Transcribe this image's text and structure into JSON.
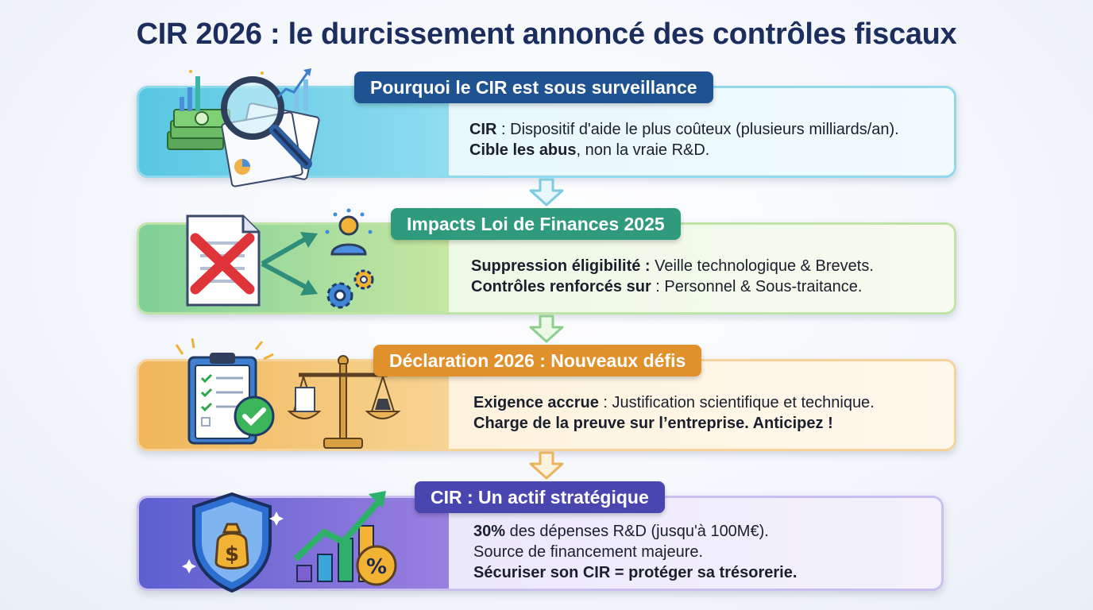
{
  "title": "CIR 2026 : le durcissement annoncé des contrôles fiscaux",
  "colors": {
    "card1": "#5ec9e4",
    "badge1": "#1e4f8f",
    "card2": "#8fcf8e",
    "badge2": "#2f9a7a",
    "card3": "#f2b75a",
    "badge3": "#e0902b",
    "card4": "#6a5fd0",
    "badge4": "#4a46b0"
  },
  "sections": [
    {
      "badge": "Pourquoi le CIR est sous surveillance",
      "lines": [
        {
          "bold": "CIR",
          "rest": " : Dispositif d'aide le plus coûteux (plusieurs milliards/an)."
        },
        {
          "bold": "Cible les abus",
          "rest": ", non la vraie R&D."
        }
      ],
      "icons": [
        "money-stack-icon",
        "magnifier-icon",
        "documents-icon",
        "growth-chart-icon"
      ]
    },
    {
      "badge": "Impacts Loi de Finances 2025",
      "lines": [
        {
          "bold": "Suppression éligibilité :",
          "rest": " Veille technologique & Brevets."
        },
        {
          "bold": "Contrôles renforcés sur",
          "rest": " : Personnel & Sous-traitance."
        }
      ],
      "icons": [
        "rejected-document-icon",
        "person-icon",
        "gears-icon"
      ]
    },
    {
      "badge": "Déclaration 2026 : Nouveaux défis",
      "lines": [
        {
          "bold": "Exigence accrue",
          "rest": " : Justification scientifique et technique."
        },
        {
          "bold": "Charge de la preuve sur l’entreprise. Anticipez !",
          "rest": ""
        }
      ],
      "icons": [
        "checklist-icon",
        "scales-icon"
      ]
    },
    {
      "badge": "CIR : Un actif stratégique",
      "lines": [
        {
          "bold": "30%",
          "rest": " des dépenses R&D (jusqu'à 100M€)."
        },
        {
          "bold": "",
          "rest": "Source de financement majeure."
        },
        {
          "bold": "Sécuriser son CIR = protéger sa trésorerie.",
          "rest": ""
        }
      ],
      "icons": [
        "shield-money-icon",
        "bar-chart-up-icon",
        "percent-icon"
      ]
    }
  ]
}
